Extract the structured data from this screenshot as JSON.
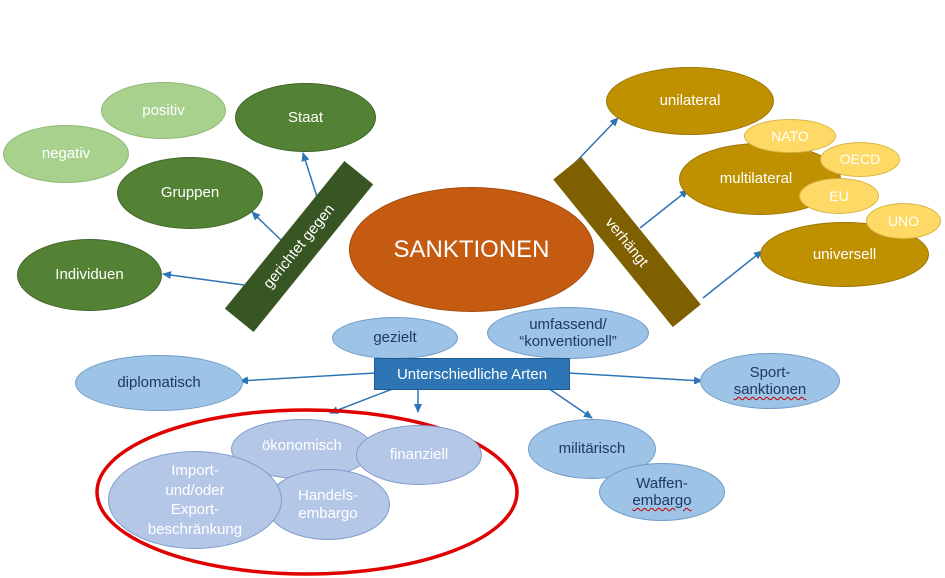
{
  "center": "SANKTIONEN",
  "left_group": {
    "connector": "gerichtet gegen",
    "items": {
      "staat": "Staat",
      "positiv": "positiv",
      "negativ": "negativ",
      "gruppen": "Gruppen",
      "individuen": "Individuen"
    }
  },
  "right_group": {
    "connector": "verhängt",
    "items": {
      "unilateral": "unilateral",
      "multilateral": "multilateral",
      "universell": "universell",
      "nato": "NATO",
      "oecd": "OECD",
      "eu": "EU",
      "uno": "UNO"
    }
  },
  "bottom_group": {
    "connector": "Unterschiedliche Arten",
    "items": {
      "gezielt": "gezielt",
      "umfassend_1": "umfassend/",
      "umfassend_2": "“konventionell”",
      "diplomatisch": "diplomatisch",
      "sport_1": "Sport-",
      "sport_2": "sanktionen",
      "oekonomisch": "ökonomisch",
      "finanziell": "finanziell",
      "import_1": "Import-",
      "import_2": "und/oder",
      "import_3": "Export-",
      "import_4": "beschränkung",
      "handels_1": "Handels-",
      "handels_2": "embargo",
      "militaerisch": "militärisch",
      "waffen_1": "Waffen-",
      "waffen_2": "embargo"
    }
  },
  "colors": {
    "dark_green": "#548235",
    "light_green": "#a9d18e",
    "gold": "#bf9000",
    "yellow_gold": "#ffd966",
    "blue": "#9dc3e6",
    "arten_box": "#2e75b6",
    "center": "#c55a11",
    "highlight_ring": "#e00000",
    "arrow": "#2e75b6"
  }
}
